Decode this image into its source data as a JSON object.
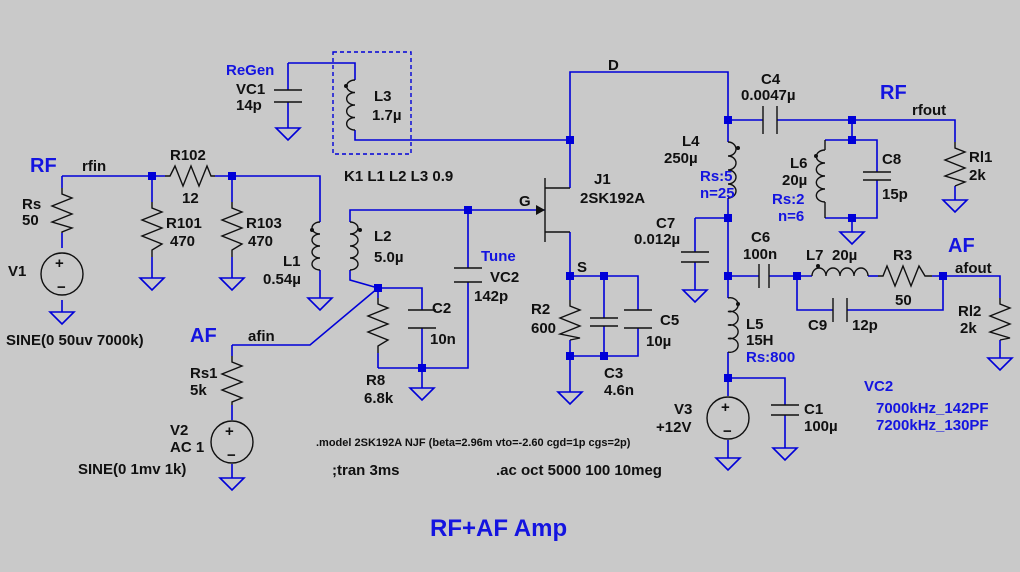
{
  "title": "RF+AF Amp",
  "nets": {
    "rf_in_title": "RF",
    "rfin": "rfin",
    "regen": "ReGen",
    "drain": "D",
    "gate": "G",
    "source": "S",
    "tune": "Tune",
    "rf_out_title": "RF",
    "rfout": "rfout",
    "af_in_title": "AF",
    "afin": "afin",
    "af_out_title": "AF",
    "afout": "afout"
  },
  "components": {
    "rs": {
      "name": "Rs",
      "value": "50"
    },
    "v1": {
      "name": "V1",
      "value": "SINE(0 50uv 7000k)"
    },
    "r102": {
      "name": "R102",
      "value": "12"
    },
    "r101": {
      "name": "R101",
      "value": "470"
    },
    "r103": {
      "name": "R103",
      "value": "470"
    },
    "l1": {
      "name": "L1",
      "value": "0.54µ"
    },
    "l2": {
      "name": "L2",
      "value": "5.0µ"
    },
    "l3": {
      "name": "L3",
      "value": "1.7µ"
    },
    "vc1": {
      "name": "VC1",
      "value": "14p"
    },
    "vc2": {
      "name": "VC2",
      "value": "142p"
    },
    "c2": {
      "name": "C2",
      "value": "10n"
    },
    "r8": {
      "name": "R8",
      "value": "6.8k"
    },
    "rs1": {
      "name": "Rs1",
      "value": "5k"
    },
    "v2": {
      "name": "V2",
      "value": "AC 1",
      "extra": "SINE(0 1mv 1k)"
    },
    "j1": {
      "name": "J1",
      "value": "2SK192A"
    },
    "r2": {
      "name": "R2",
      "value": "600"
    },
    "c3": {
      "name": "C3",
      "value": "4.6n"
    },
    "c5": {
      "name": "C5",
      "value": "10µ"
    },
    "l4": {
      "name": "L4",
      "value": "250µ",
      "rs": "Rs:5",
      "n": "n=25"
    },
    "c7": {
      "name": "C7",
      "value": "0.012µ"
    },
    "c4": {
      "name": "C4",
      "value": "0.0047µ"
    },
    "l6": {
      "name": "L6",
      "value": "20µ",
      "rs": "Rs:2",
      "n": "n=6"
    },
    "c8": {
      "name": "C8",
      "value": "15p"
    },
    "rl1": {
      "name": "Rl1",
      "value": "2k"
    },
    "c6": {
      "name": "C6",
      "value": "100n"
    },
    "l7": {
      "name": "L7",
      "value": "20µ"
    },
    "r3": {
      "name": "R3",
      "value": "50"
    },
    "c9": {
      "name": "C9",
      "value": "12p"
    },
    "rl2": {
      "name": "Rl2",
      "value": "2k"
    },
    "l5": {
      "name": "L5",
      "value": "15H",
      "rs": "Rs:800"
    },
    "v3": {
      "name": "V3",
      "value": "+12V"
    },
    "c1": {
      "name": "C1",
      "value": "100µ"
    }
  },
  "directives": {
    "coupling": "K1 L1 L2 L3 0.9",
    "model": ".model 2SK192A NJF (beta=2.96m vto=-2.60 cgd=1p cgs=2p)",
    "tran": ";tran 3ms",
    "ac": ".ac oct 5000 100 10meg"
  },
  "vc2_notes": {
    "heading": "VC2",
    "line1": "7000kHz_142PF",
    "line2": "7200kHz_130PF"
  },
  "colors": {
    "background": "#c9c9c9",
    "wire": "#0000d8",
    "component": "#101010",
    "label_blue": "#1414e0"
  }
}
